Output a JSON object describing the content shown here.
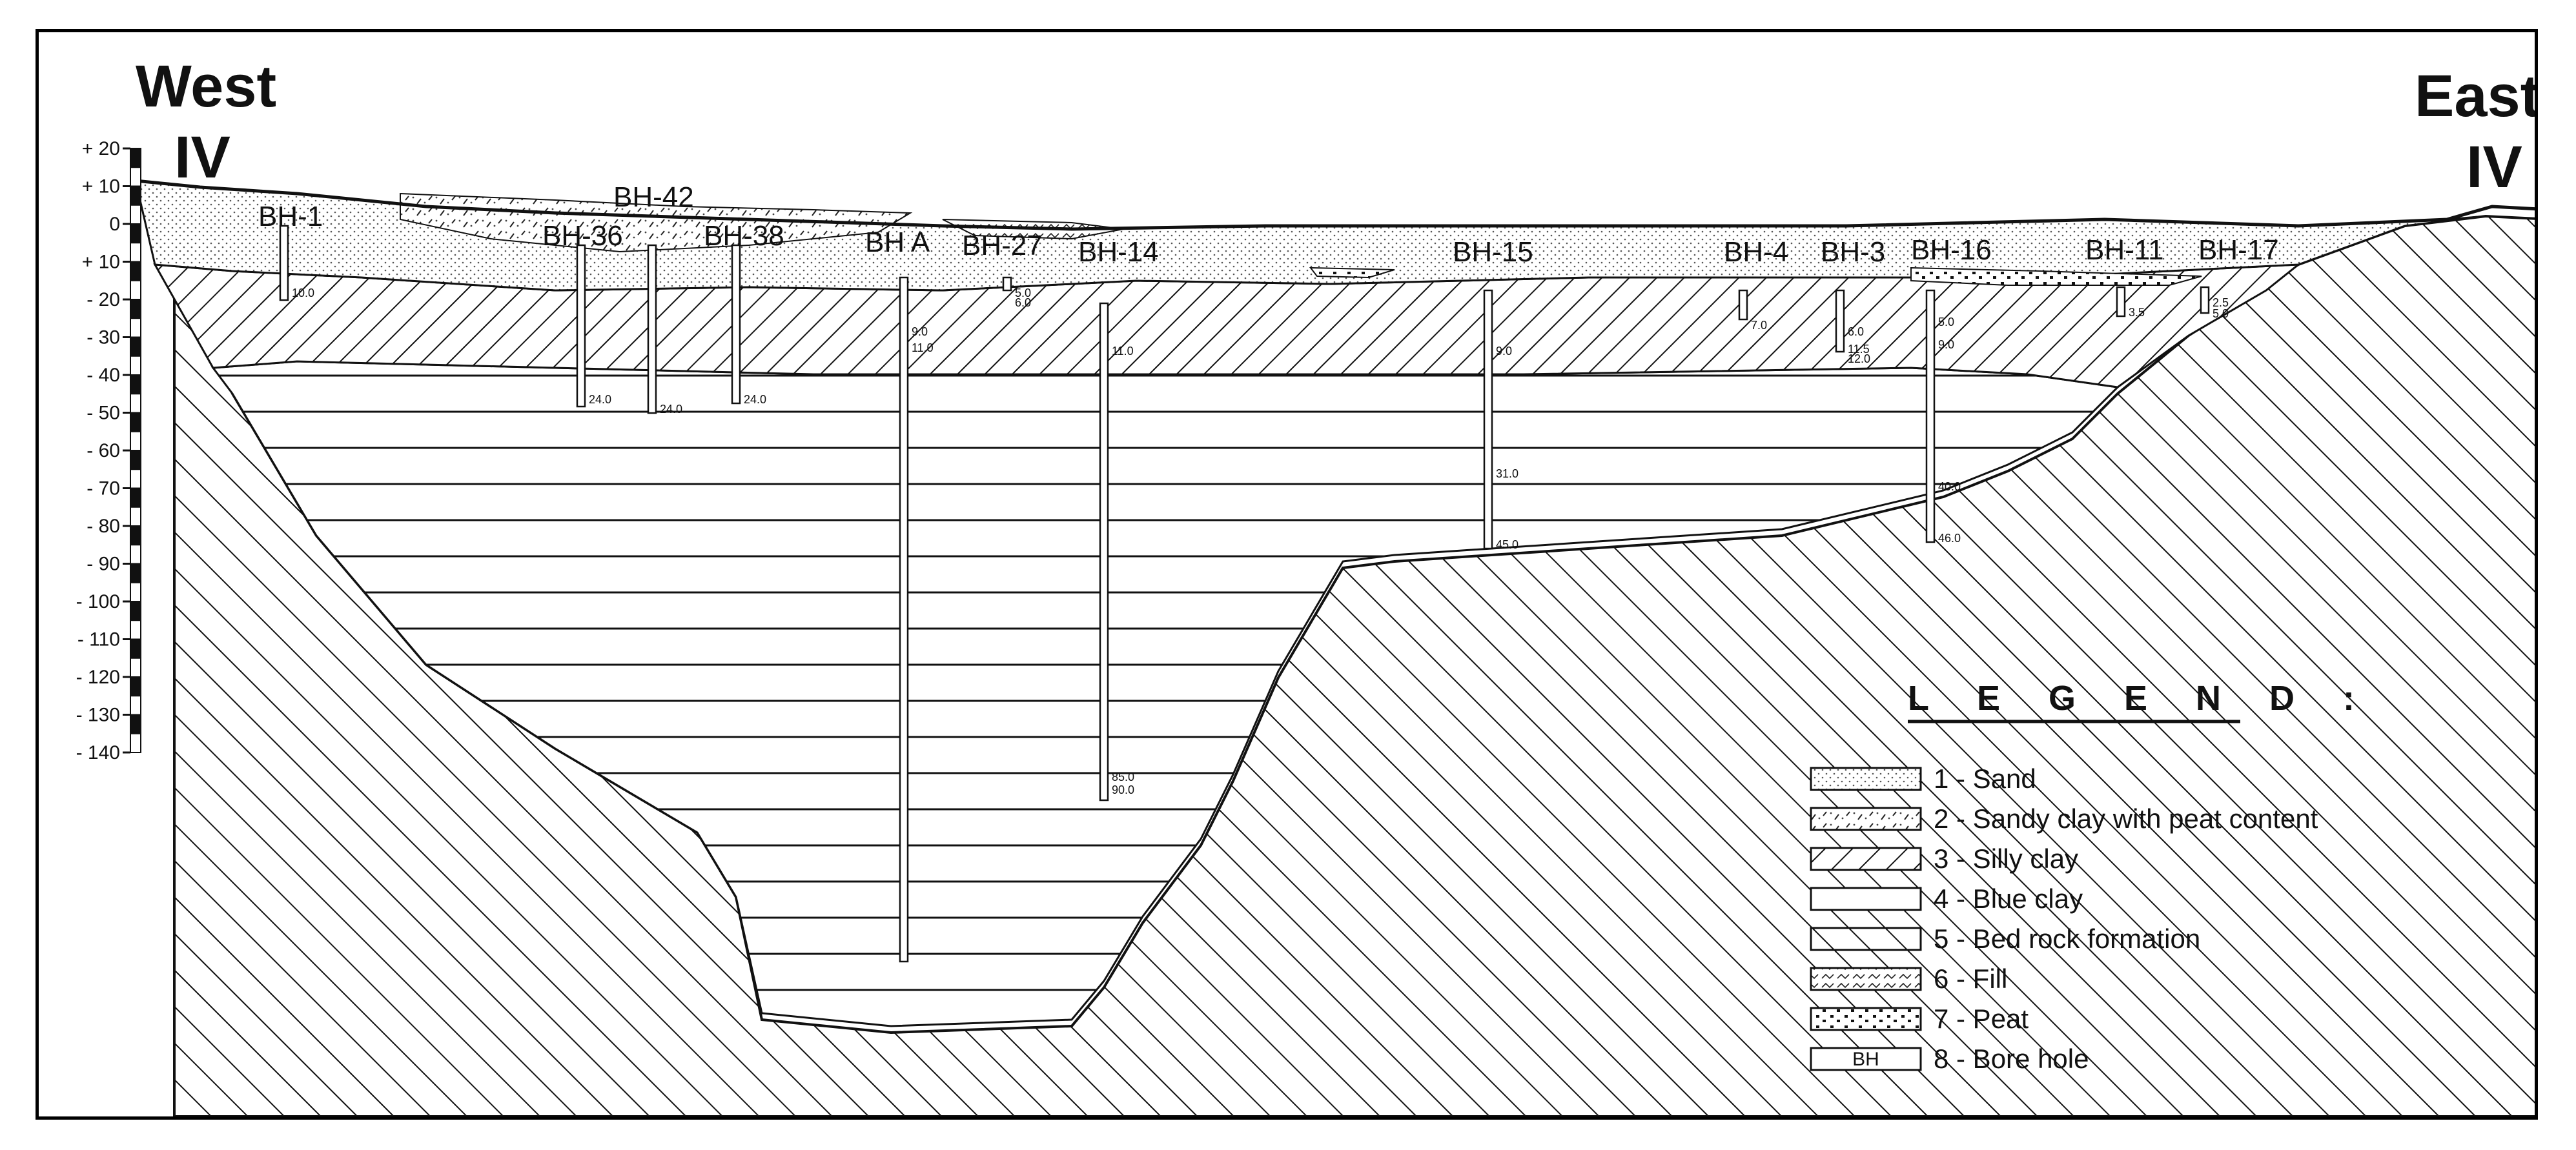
{
  "headings": {
    "west": "West",
    "west_sub": "IV",
    "east": "East",
    "east_sub": "IV"
  },
  "scale": {
    "ticks": [
      "+ 20",
      "+ 10",
      "0",
      "+ 10",
      "- 20",
      "- 30",
      "- 40",
      "- 50",
      "- 60",
      "- 70",
      "- 80",
      "- 90",
      "- 100",
      "- 110",
      "- 120",
      "- 130",
      "- 140"
    ]
  },
  "boreholes": [
    {
      "label": "BH-1",
      "depths": [
        "10.0"
      ]
    },
    {
      "label": "BH-36",
      "depths": [
        "24.0"
      ]
    },
    {
      "label": "BH-42",
      "depths": [
        "24.0"
      ]
    },
    {
      "label": "BH-38",
      "depths": [
        "24.0"
      ]
    },
    {
      "label": "BH A",
      "depths": [
        "9.0",
        "11.0"
      ]
    },
    {
      "label": "BH-27",
      "depths": [
        "5.0",
        "6.0"
      ]
    },
    {
      "label": "BH-14",
      "depths": [
        "11.0",
        "85.0",
        "90.0"
      ]
    },
    {
      "label": "BH-15",
      "depths": [
        "9.0",
        "31.0",
        "45.0"
      ]
    },
    {
      "label": "BH-4",
      "depths": [
        "7.0"
      ]
    },
    {
      "label": "BH-3",
      "depths": [
        "6.0",
        "11.5",
        "12.0"
      ]
    },
    {
      "label": "BH-16",
      "depths": [
        "5.0",
        "9.0",
        "40.0",
        "46.0"
      ]
    },
    {
      "label": "BH-11",
      "depths": [
        "3.5"
      ]
    },
    {
      "label": "BH-17",
      "depths": [
        "2.5",
        "5.0"
      ]
    }
  ],
  "legend": {
    "title": "L E G E N D :",
    "items": [
      {
        "label": "1 - Sand",
        "swatch": "sand"
      },
      {
        "label": "2 - Sandy clay with peat content",
        "swatch": "sandyclay"
      },
      {
        "label": "3 - Silly clay",
        "swatch": "siltyclay"
      },
      {
        "label": "4 - Blue clay",
        "swatch": "blueclay"
      },
      {
        "label": "5 - Bed rock formation",
        "swatch": "bedrock"
      },
      {
        "label": "6 - Fill",
        "swatch": "fill"
      },
      {
        "label": "7 - Peat",
        "swatch": "peat"
      },
      {
        "label": "8 - Bore hole",
        "swatch": "borehole",
        "code": "BH"
      }
    ]
  },
  "colors": {
    "ink": "#111111",
    "background": "#ffffff"
  }
}
